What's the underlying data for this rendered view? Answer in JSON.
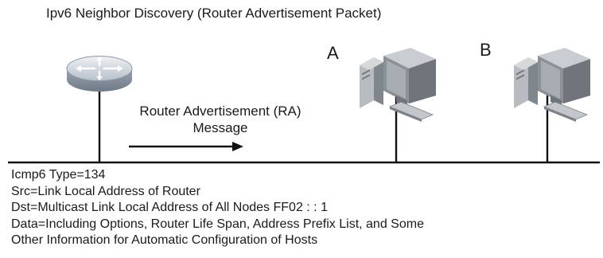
{
  "title": "Ipv6 Neighbor Discovery (Router Advertisement Packet)",
  "message": {
    "line1": "Router Advertisement (RA)",
    "line2": "Message"
  },
  "nodes": {
    "router": "router-icon",
    "host_a": {
      "label": "A",
      "icon": "computer-icon"
    },
    "host_b": {
      "label": "B",
      "icon": "computer-icon"
    }
  },
  "packet_fields": [
    "Icmp6 Type=134",
    "Src=Link Local Address of Router",
    "Dst=Multicast Link Local Address of All Nodes FF02 : : 1",
    "Data=Including Options, Router Life Span, Address Prefix List, and Some",
    "Other Information for Automatic Configuration of Hosts"
  ],
  "colors": {
    "line": "#111111",
    "router_body": "#a9b4c0",
    "router_top": "#d9dee4",
    "computer_body": "#8c9196",
    "computer_light": "#d6d8da",
    "screen_frame": "#6f757b"
  }
}
